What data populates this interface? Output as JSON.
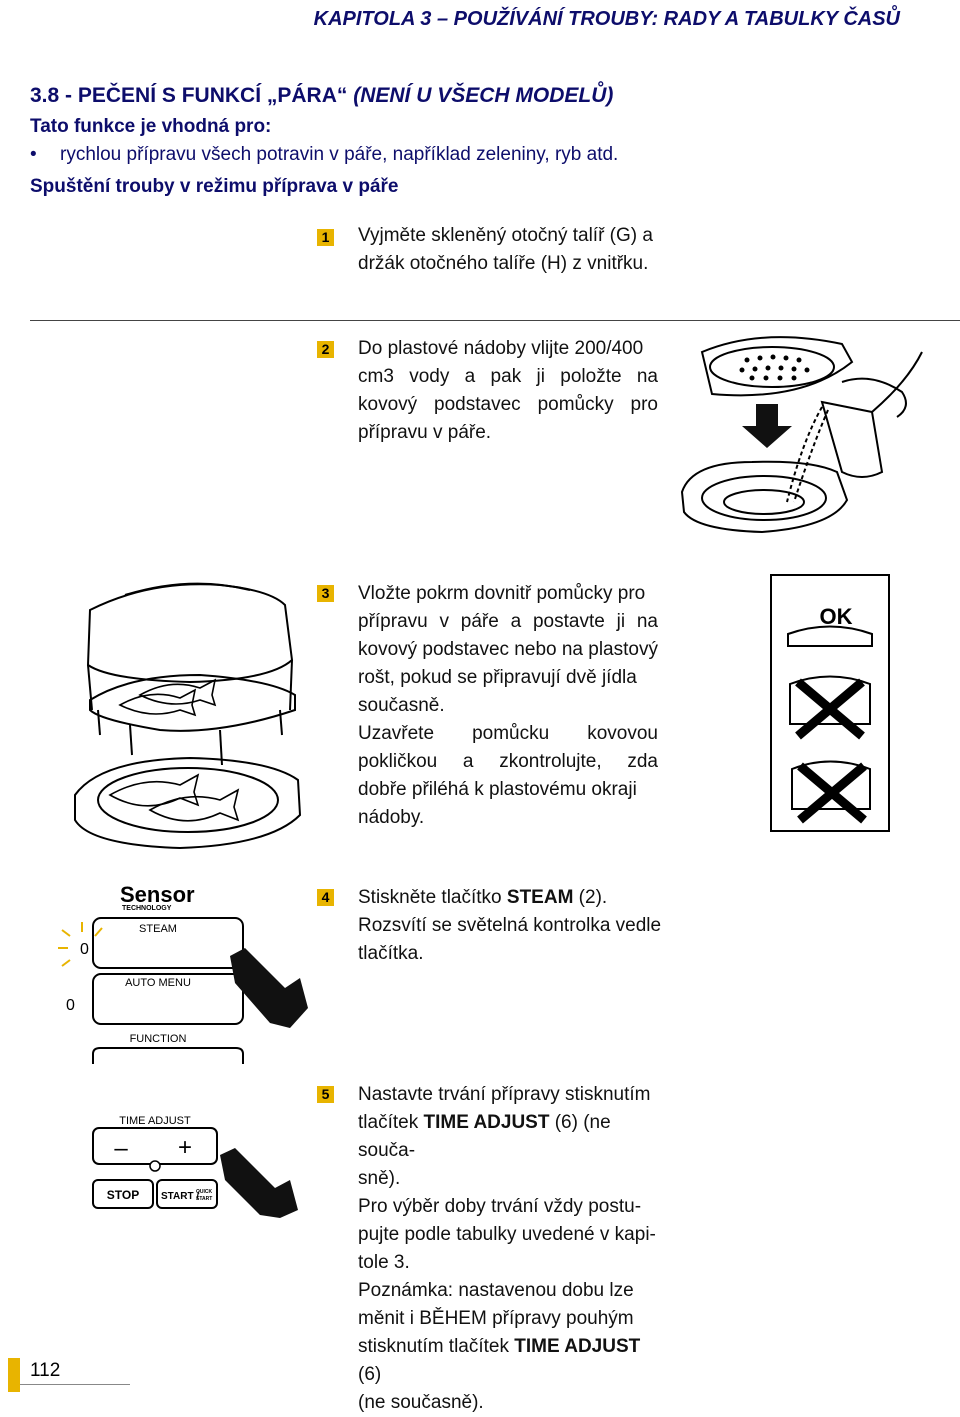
{
  "header": {
    "chapter": "KAPITOLA 3 – POUŽÍVÁNÍ TROUBY: RADY A TABULKY ČASŮ"
  },
  "section": {
    "title_main": "3.8 - PEČENÍ S FUNKCÍ „PÁRA“ ",
    "title_paren": "(NENÍ U VŠECH MODELŮ)",
    "intro": "Tato funkce je vhodná pro:",
    "bullet": "rychlou přípravu všech potravin v páře, například zeleniny, ryb atd.",
    "subheading": "Spuštění trouby v režimu příprava v páře"
  },
  "steps": [
    {
      "num": "1",
      "lines": [
        "Vyjměte skleněný otočný talíř (G) a",
        "držák otočného talíře (H) z vnitřku."
      ]
    },
    {
      "num": "2",
      "lines": [
        "Do plastové nádoby vlijte 200/400",
        "cm3 vody a pak ji položte na",
        "kovový podstavec pomůcky pro",
        "přípravu v páře."
      ]
    },
    {
      "num": "3",
      "lines": [
        "Vložte pokrm dovnitř pomůcky pro",
        "přípravu v páře a postavte ji na",
        "kovový podstavec nebo na plastový",
        "rošt, pokud se připravují dvě jídla",
        "současně.",
        "Uzavřete pomůcku kovovou",
        "pokličkou a zkontrolujte, zda",
        "dobře přiléhá k plastovému okraji",
        "nádoby."
      ]
    },
    {
      "num": "4",
      "line1_pre": "Stiskněte tlačítko ",
      "line1_bold": "STEAM",
      "line1_post": " (2).",
      "lines": [
        "Rozsvítí se světelná kontrolka vedle",
        "tlačítka."
      ]
    },
    {
      "num": "5",
      "line1_pre": "Nastavte trvání přípravy stisknutím",
      "line2_pre": "tlačítek ",
      "line2_bold": "TIME ADJUST",
      "line2_post": " (6) (ne souča-",
      "lines_mid": [
        "sně).",
        "Pro výběr doby trvání vždy postu-",
        "pujte podle tabulky uvedené v kapi-",
        "tole 3.",
        "Poznámka: nastavenou dobu lze",
        "měnit i BĚHEM přípravy pouhým"
      ],
      "last_pre": "stisknutím tlačítek ",
      "last_bold": "TIME ADJUST",
      "last_post": " (6)",
      "final": "(ne současně)."
    }
  ],
  "figures": {
    "ok_label": "OK",
    "panel": {
      "brand": "Sensor",
      "brand_sub": "TECHNOLOGY",
      "steam": "STEAM",
      "auto_menu": "AUTO MENU",
      "function": "FUNCTION",
      "zero": "0"
    },
    "panel2": {
      "time_adjust": "TIME ADJUST",
      "minus": "–",
      "plus": "+",
      "stop": "STOP",
      "start": "START /",
      "quick": "QUICK",
      "quick2": "START"
    }
  },
  "footer": {
    "page": "112"
  },
  "colors": {
    "heading": "#0d0d6b",
    "accent": "#e8b400"
  }
}
